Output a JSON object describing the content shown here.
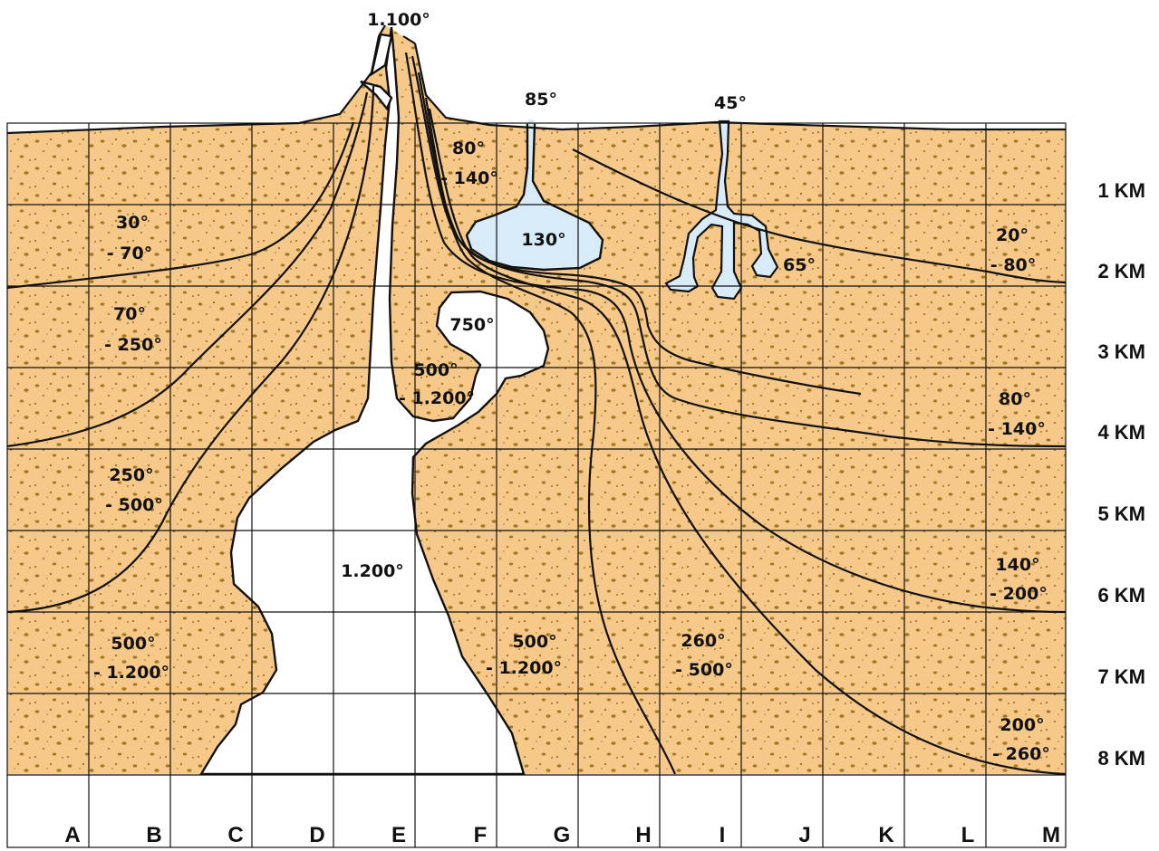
{
  "depth_labels": [
    "1 KM",
    "2 KM",
    "3 KM",
    "4 KM",
    "5 KM",
    "6 KM",
    "7 KM",
    "8 KM"
  ],
  "column_labels": [
    "A",
    "B",
    "C",
    "D",
    "E",
    "F",
    "G",
    "H",
    "I",
    "J",
    "K",
    "L",
    "M"
  ],
  "temperatures": {
    "vent_top": "1.100°",
    "spring_left": "85°",
    "spring_right": "45°",
    "a1": "30°",
    "a1b": "- 70°",
    "a2": "70°",
    "a2b": "- 250°",
    "a3": "250°",
    "a3b": "- 500°",
    "a4": "500°",
    "a4b": "- 1.200°",
    "f1": "80°",
    "f1b": "- 140°",
    "reservoir": "130°",
    "branch": "65°",
    "m1": "20°",
    "m1b": "- 80°",
    "pocket": "750°",
    "e1": "500°",
    "e1b": "- 1.200°",
    "m2": "80°",
    "m2b": "- 140°",
    "chamber": "1.200°",
    "m3": "140°",
    "m3b": "- 200°",
    "g1": "500°",
    "g1b": "- 1.200°",
    "i1": "260°",
    "i1b": "- 500°",
    "m4": "200°",
    "m4b": "- 260°"
  },
  "colors": {
    "rock": "#f6c98a",
    "speckle": "#a07a22",
    "magma": "#ffffff",
    "water": "#d7ebf8",
    "line": "#111111"
  }
}
